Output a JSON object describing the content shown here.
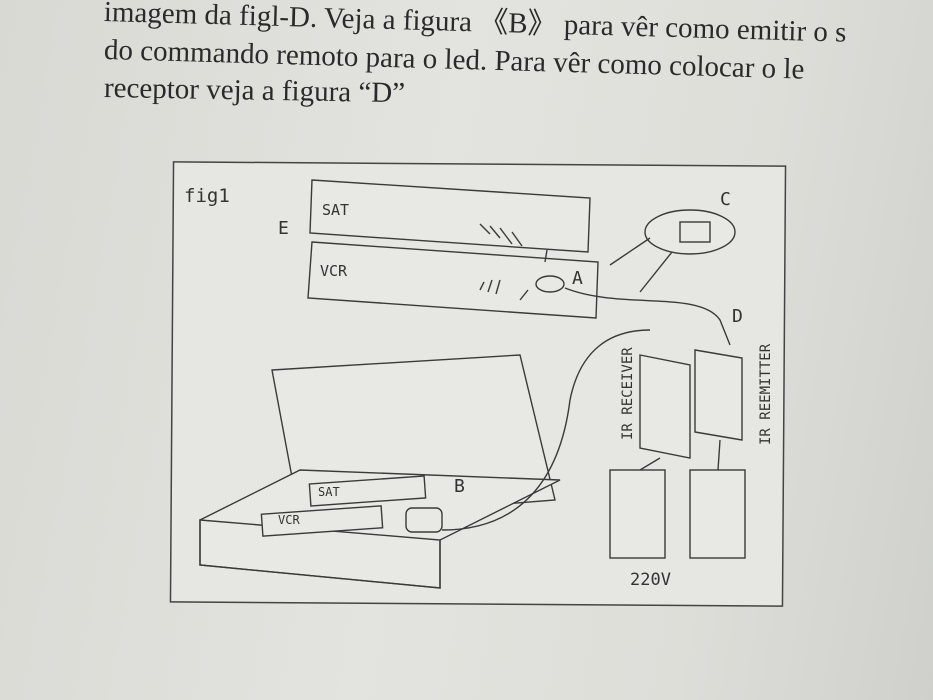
{
  "text": {
    "line1": "imagem da figl-D.  Veja a figura 《B》 para vêr como emitir o s",
    "line2": "do commando remoto para o led. Para vêr como colocar o le",
    "line3": "receptor veja a figura “D”"
  },
  "figure": {
    "title": "fig1",
    "label_e": "E",
    "label_a": "A",
    "label_b": "B",
    "label_c": "C",
    "label_d": "D",
    "device_sat": "SAT",
    "device_vcr": "VCR",
    "remote_sat": "SAT",
    "remote_vcr": "VCR",
    "receiver_label": "IR RECEIVER",
    "reemitter_label": "IR REEMITTER",
    "voltage": "220V"
  }
}
